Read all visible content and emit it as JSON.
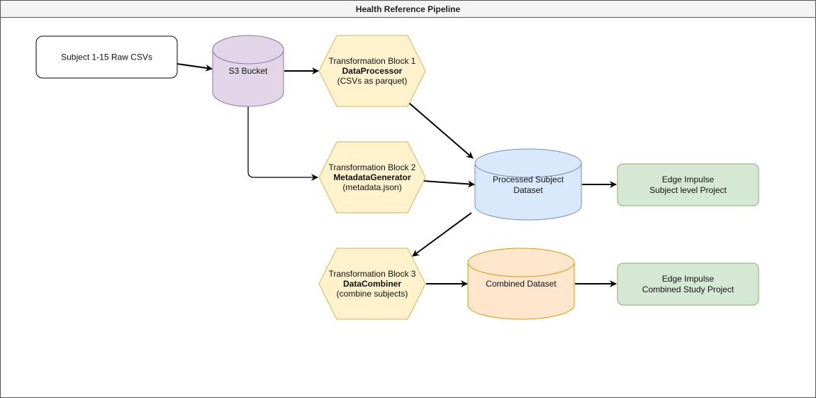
{
  "diagram": {
    "title": "Health Reference Pipeline",
    "colors": {
      "storage_fill": "#e1d5e7",
      "storage_stroke": "#9673a6",
      "block_fill": "#fff2cc",
      "block_stroke": "#d6b656",
      "processed_fill": "#dae8fc",
      "processed_stroke": "#6c8ebf",
      "combined_fill": "#ffe6cc",
      "combined_stroke": "#d79b00",
      "project_fill": "#d5e8d4",
      "project_stroke": "#82b366",
      "source_fill": "#ffffff",
      "source_stroke": "#000000",
      "edge": "#000000"
    },
    "nodes": {
      "raw_csvs": {
        "lines": [
          "Subject 1-15 Raw CSVs"
        ]
      },
      "s3_bucket": {
        "lines": [
          "S3 Bucket"
        ]
      },
      "block1": {
        "title": "Transformation Block 1",
        "name": "DataProcessor",
        "desc": "(CSVs as parquet)"
      },
      "block2": {
        "title": "Transformation Block 2",
        "name": "MetadataGenerator",
        "desc": "(metadata.json)"
      },
      "block3": {
        "title": "Transformation Block 3",
        "name": "DataCombiner",
        "desc": "(combine subjects)"
      },
      "processed_dataset": {
        "lines": [
          "Processed Subject",
          "Dataset"
        ]
      },
      "combined_dataset": {
        "lines": [
          "Combined Dataset"
        ]
      },
      "subject_project": {
        "lines": [
          "Edge Impulse",
          "Subject level Project"
        ]
      },
      "combined_project": {
        "lines": [
          "Edge Impulse",
          "Combined Study Project"
        ]
      }
    },
    "edges": [
      {
        "from": "raw_csvs",
        "to": "s3_bucket"
      },
      {
        "from": "s3_bucket",
        "to": "block1"
      },
      {
        "from": "s3_bucket",
        "to": "block2"
      },
      {
        "from": "block1",
        "to": "processed_dataset"
      },
      {
        "from": "block2",
        "to": "processed_dataset"
      },
      {
        "from": "processed_dataset",
        "to": "subject_project"
      },
      {
        "from": "processed_dataset",
        "to": "block3"
      },
      {
        "from": "block3",
        "to": "combined_dataset"
      },
      {
        "from": "combined_dataset",
        "to": "combined_project"
      }
    ]
  }
}
